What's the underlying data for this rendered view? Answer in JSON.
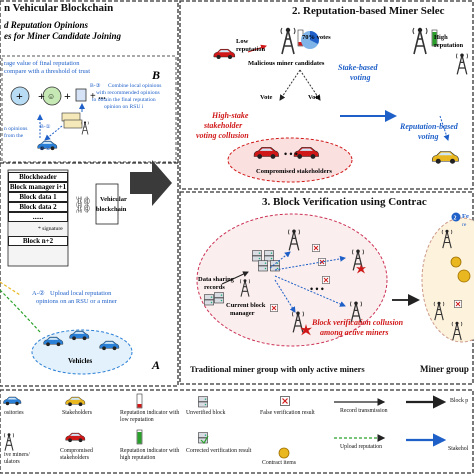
{
  "colors": {
    "accent_blue": "#1e5fc8",
    "alert_red": "#d01818",
    "stake_yellow": "#e9b820",
    "arrow_gray": "#555555"
  },
  "panel_a": {
    "title": "n Vehicular Blockchain",
    "subtitle1": "d Reputation Opinions",
    "subtitle2": "es for Miner Candidate Joining",
    "label_b": "B",
    "label_a": "A",
    "note_top1": "rage value of final reputation",
    "note_top2": "compare with a threshold of trust",
    "b3_label": "B-③",
    "b3_text1": "Combine local opinions",
    "b3_text2": "with recommended opinions",
    "b3_text3": "to obtain the final reputation",
    "b3_text4": "opinion on RSU i",
    "b1_label": "B-①",
    "b2_label": "B-②",
    "opinions_text1": "n opinions",
    "opinions_text2": "from the",
    "blocks": [
      "Blockheader",
      "Block manager i+1",
      "Block data 1",
      "Block data 2",
      "......",
      "Block n+2"
    ],
    "sig_text": "* signature",
    "chain_label1": "Vehicular",
    "chain_label2": "blockchain",
    "a2_label": "A-②",
    "a2_text1": "Upload local reputation",
    "a2_text2": "opinions on an RSU or a miner",
    "vehicles_label": "Vehicles"
  },
  "panel_2": {
    "title": "2. Reputation-based Miner Selec",
    "low_rep": "Low reputation",
    "votes": "70% votes",
    "malicious": "Malicious miner candidates",
    "high_rep": "High reputation",
    "stake_voting1": "Stake-based",
    "stake_voting2": "voting",
    "collusion1": "High-stake",
    "collusion2": "stakeholder",
    "collusion3": "voting collusion",
    "vote_left": "Vote",
    "vote_right": "Vote",
    "compromised": "Compromised stakeholders",
    "rep_voting1": "Reputation-based",
    "rep_voting2": "voting"
  },
  "panel_3": {
    "title": "3. Block Verification using Contrac",
    "data_sharing1": "Data sharing",
    "data_sharing2": "records",
    "current_bm1": "Current block",
    "current_bm2": "manager",
    "collusion1": "Block verification collusion",
    "collusion2": "among active miners",
    "traditional": "Traditional miner group with only active miners",
    "miner_group": "Miner group",
    "fe_label": "Fe",
    "fe_sub": "re"
  },
  "legend": [
    {
      "name": "legend-vehicle",
      "icon": "blue-car",
      "text": ""
    },
    {
      "name": "legend-stakeholder",
      "icon": "yellow-car",
      "text": "Stakeholders"
    },
    {
      "name": "legend-low-rep",
      "icon": "red-indicator",
      "text": "Reputation indicator with low reputation"
    },
    {
      "name": "legend-unverified",
      "icon": "unverified-block",
      "text": "Unverified block"
    },
    {
      "name": "legend-false-result",
      "icon": "false-result",
      "text": "False verification result"
    },
    {
      "name": "legend-record",
      "icon": "black-arrow",
      "text": "Record transmission"
    },
    {
      "name": "legend-block-p",
      "icon": "black-arrow-b",
      "text": "Block p"
    },
    {
      "name": "legend-active-miners",
      "icon": "tower",
      "text": "ve miners/ ulators"
    },
    {
      "name": "legend-compromised",
      "icon": "red-car",
      "text": "Compromised stakeholders"
    },
    {
      "name": "legend-high-rep",
      "icon": "green-indicator",
      "text": "Reputation indicator with high reputation"
    },
    {
      "name": "legend-corrected",
      "icon": "corrected-result",
      "text": "Corrected verification result"
    },
    {
      "name": "legend-upload",
      "icon": "green-dash",
      "text": "Upload reputation"
    },
    {
      "name": "legend-stakehol",
      "icon": "blue-arrow",
      "text": "Stakehol"
    },
    {
      "name": "legend-contract",
      "icon": "coin",
      "text": "Contract items"
    }
  ],
  "legend_extra": {
    "col1_top": "ositories",
    "col1_mid1": "ive miners/",
    "col1_mid2": "ulators",
    "col7_top": "Block p",
    "col7_bot": "Stakehol"
  }
}
